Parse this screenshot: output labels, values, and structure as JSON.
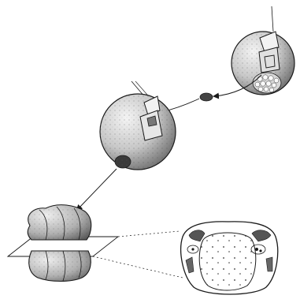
{
  "figure": {
    "panels": [
      "donor-egg-with-graft-removed",
      "graft-piece",
      "host-egg-with-graft-implanted",
      "cross-sectioned-embryo",
      "embryo-cross-section"
    ],
    "colors": {
      "ink": "#1a1a1a",
      "stipple": "#555555",
      "paper": "#ffffff"
    }
  }
}
